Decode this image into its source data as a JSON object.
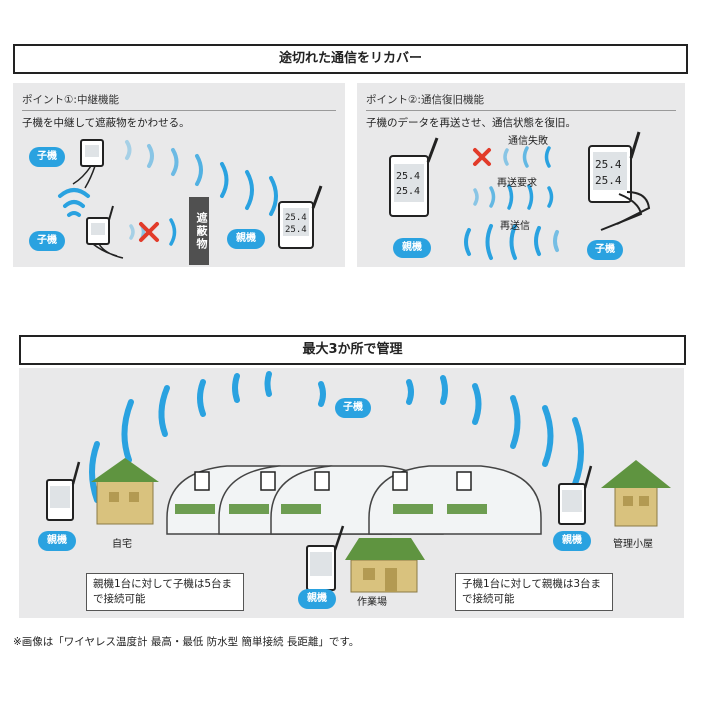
{
  "section1": {
    "title": "途切れた通信をリカバー"
  },
  "point1": {
    "title": "ポイント①:中継機能",
    "desc": "子機を中継して遮蔽物をかわせる。",
    "child_label": "子機",
    "parent_label": "親機",
    "obstacle_label": "遮蔽物"
  },
  "point2": {
    "title": "ポイント②:通信復旧機能",
    "desc": "子機のデータを再送させ、通信状態を復旧。",
    "lost_label": "通信失敗",
    "request_label": "再送要求",
    "resend_label": "再送信",
    "parent_label": "親機",
    "child_label": "子機"
  },
  "section2": {
    "title": "最大3か所で管理"
  },
  "management": {
    "child_label": "子機",
    "left_parent": "親機",
    "center_parent": "親機",
    "right_parent": "親機",
    "home": "自宅",
    "workplace": "作業場",
    "hut": "管理小屋",
    "info_left": "親機1台に対して子機は5台まで接続可能",
    "info_right": "子機1台に対して親機は3台まで接続可能"
  },
  "footnote": "※画像は「ワイヤレス温度計 最高・最低 防水型 簡単接続 長距離」です。",
  "colors": {
    "accent": "#2aa2e0",
    "panel": "#e9e9ea",
    "fail": "#e23b2a",
    "roof": "#5f9440",
    "house": "#d9c27e"
  }
}
